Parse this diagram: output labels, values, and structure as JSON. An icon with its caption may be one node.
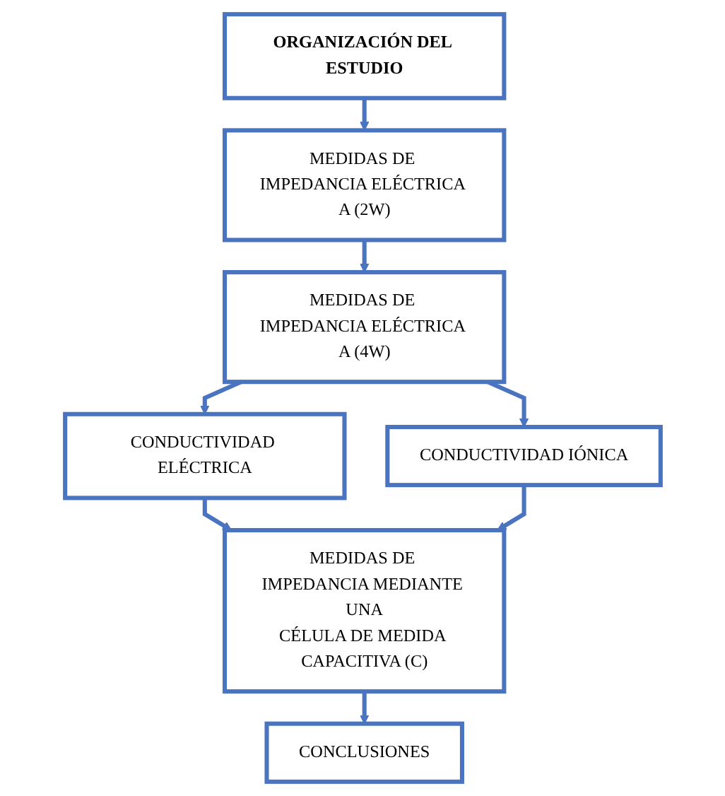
{
  "diagram": {
    "nodes": [
      {
        "text": [
          "ORGANIZACIÓN DEL ESTUDIO"
        ]
      },
      {
        "text": [
          "MEDIDAS DE IMPEDANCIA ELÉCTRICA A (2W)"
        ]
      },
      {
        "text": [
          "MEDIDAS DE IMPEDANCIA ELÉCTRICA A (4W)"
        ]
      },
      {
        "text": [
          "CONDUCTIVIDAD ELÉCTRICA"
        ]
      },
      {
        "text": [
          "CONDUCTIVIDAD IÓNICA"
        ]
      },
      {
        "text": [
          "MEDIDAS DE IMPEDANCIA MEDIANTE UNA CÉLULA DE MEDIDA CAPACITIVA (C)"
        ]
      },
      {
        "text": [
          "CONCLUSIONES"
        ]
      }
    ],
    "edges": [
      {
        "from": 0,
        "to": 1,
        "arrow": "to"
      },
      {
        "from": 1,
        "to": 2,
        "arrow": "to"
      },
      {
        "from": 2,
        "to": 3,
        "arrow": "to"
      },
      {
        "from": 2,
        "to": 4,
        "arrow": "to"
      },
      {
        "from": 3,
        "to": 5,
        "arrow": "to"
      },
      {
        "from": 4,
        "to": 5,
        "arrow": "to"
      },
      {
        "from": 5,
        "to": 6,
        "arrow": "to"
      }
    ]
  }
}
